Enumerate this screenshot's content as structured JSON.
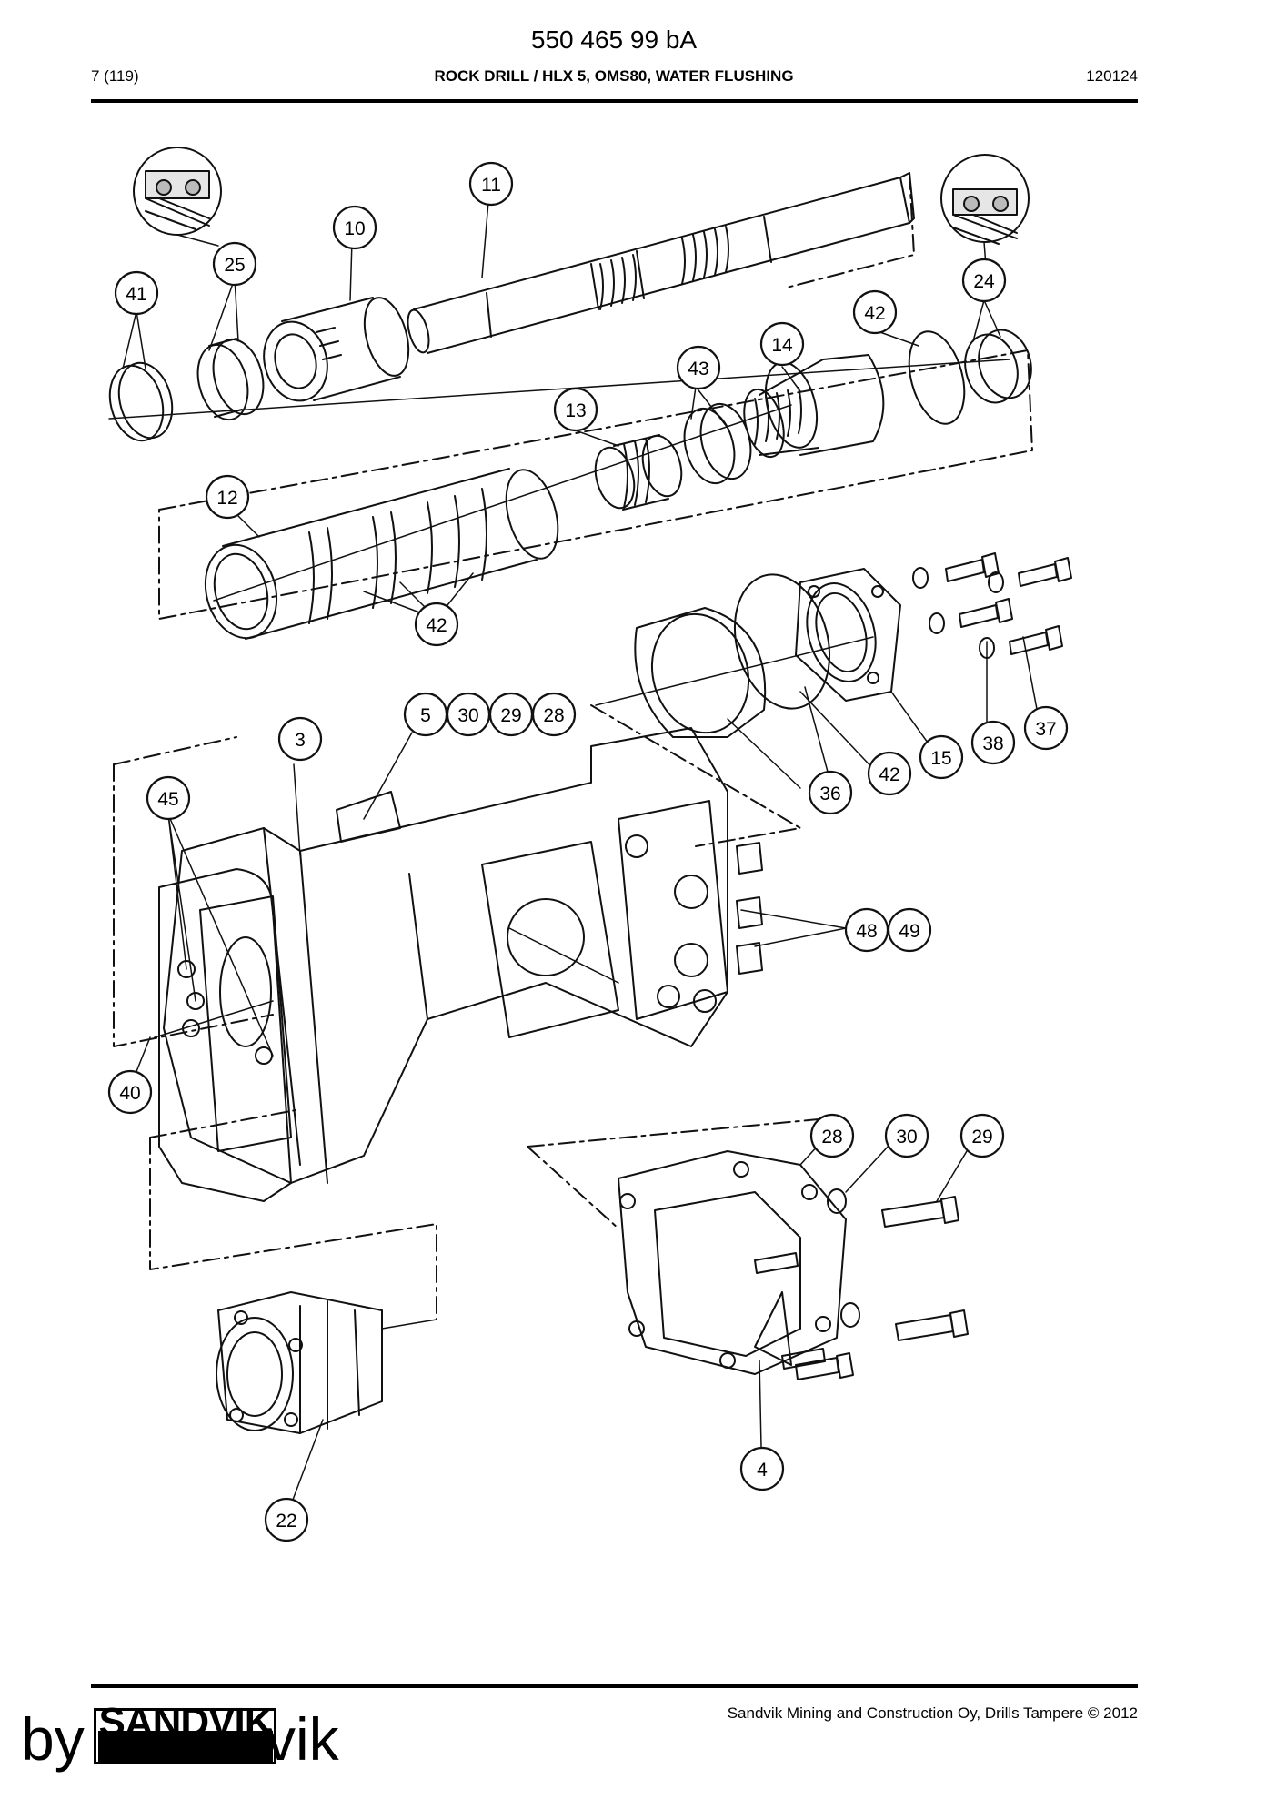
{
  "header": {
    "doc_number": "550 465 99 bA",
    "page": "7 (119)",
    "title": "ROCK DRILL / HLX 5, OMS80, WATER FLUSHING",
    "date": "120124"
  },
  "footer": {
    "copyright": "Sandvik Mining and Construction Oy, Drills Tampere © 2012",
    "logo_text": "SANDVIK"
  },
  "watermark": {
    "prefix": "by",
    "suffix": "vik"
  },
  "callouts": {
    "c3": "3",
    "c4": "4",
    "c5": "5",
    "c10": "10",
    "c11": "11",
    "c12": "12",
    "c13": "13",
    "c14": "14",
    "c15": "15",
    "c22": "22",
    "c24": "24",
    "c25": "25",
    "c28a": "28",
    "c28b": "28",
    "c29a": "29",
    "c29b": "29",
    "c30a": "30",
    "c30b": "30",
    "c36": "36",
    "c37": "37",
    "c38": "38",
    "c40": "40",
    "c41": "41",
    "c42a": "42",
    "c42b": "42",
    "c42c": "42",
    "c43": "43",
    "c45": "45",
    "c48": "48",
    "c49": "49"
  }
}
